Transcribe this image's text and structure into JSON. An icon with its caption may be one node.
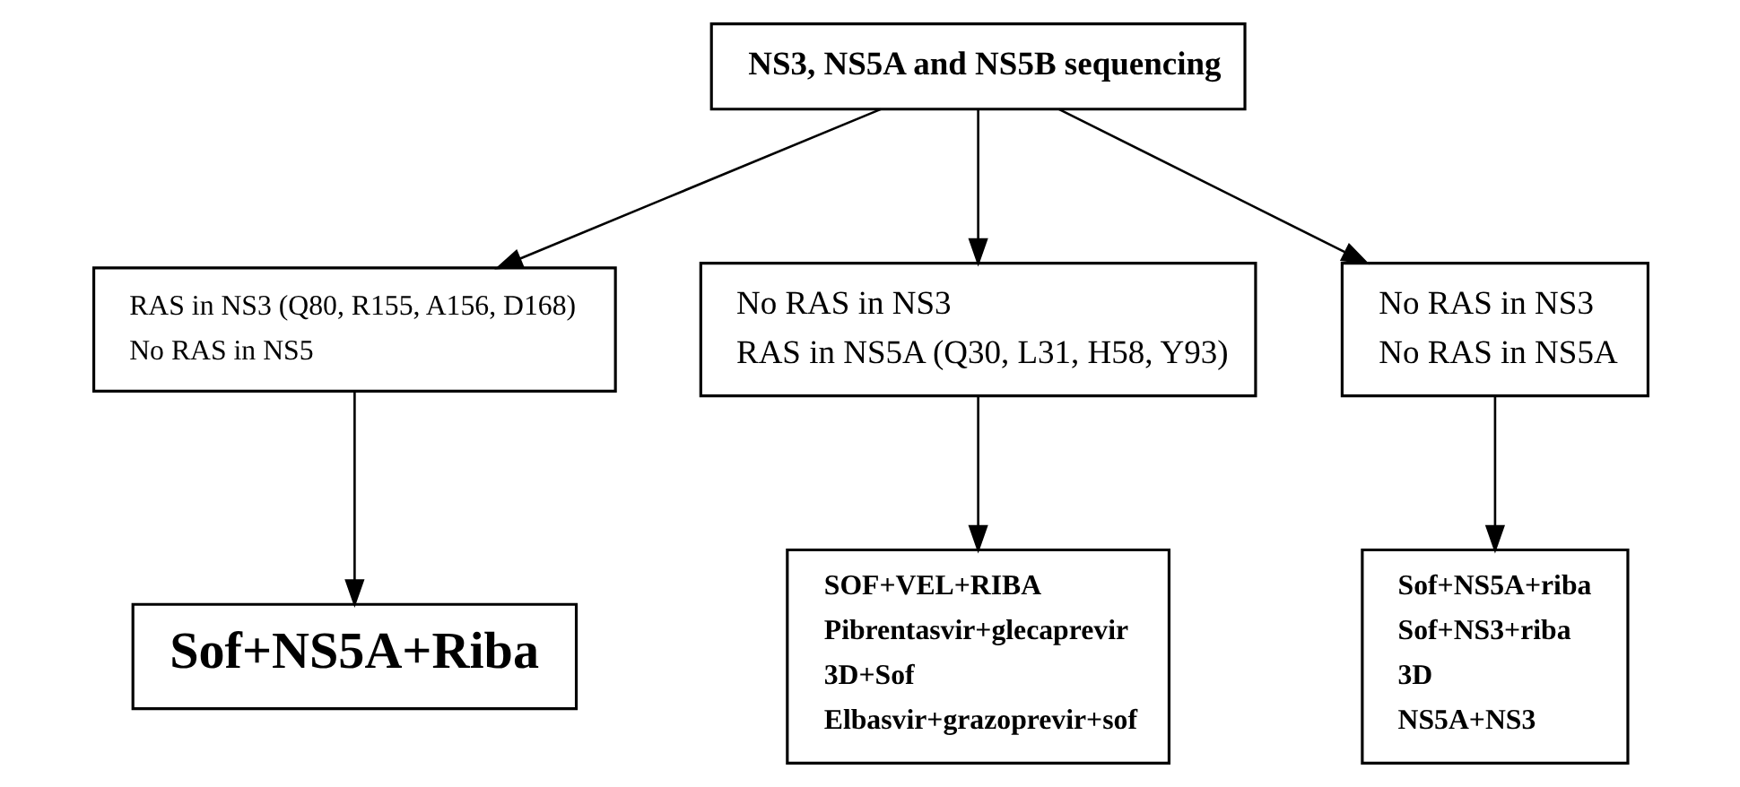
{
  "diagram": {
    "nodes": [
      {
        "text": [
          "NS3, NS5A and NS5B sequencing"
        ]
      },
      {
        "text": [
          "RAS in NS3 (Q80, R155, A156, D168)",
          "No RAS in NS5"
        ]
      },
      {
        "text": [
          "No RAS in NS3",
          "RAS in NS5A (Q30, L31, H58, Y93)"
        ]
      },
      {
        "text": [
          "No RAS in NS3",
          "No RAS in NS5A"
        ]
      },
      {
        "text": [
          "Sof+NS5A+Riba"
        ]
      },
      {
        "text": [
          "SOF+VEL+RIBA",
          "Pibrentasvir+glecaprevir",
          "3D+Sof",
          "Elbasvir+grazoprevir+sof"
        ]
      },
      {
        "text": [
          "Sof+NS5A+riba",
          "Sof+NS3+riba",
          "3D",
          "NS5A+NS3"
        ]
      }
    ],
    "edges": [
      {
        "from": 0,
        "to": 1,
        "arrow": "to"
      },
      {
        "from": 0,
        "to": 2,
        "arrow": "to"
      },
      {
        "from": 0,
        "to": 3,
        "arrow": "to"
      },
      {
        "from": 1,
        "to": 4,
        "arrow": "to"
      },
      {
        "from": 2,
        "to": 5,
        "arrow": "to"
      },
      {
        "from": 3,
        "to": 6,
        "arrow": "to"
      }
    ]
  }
}
